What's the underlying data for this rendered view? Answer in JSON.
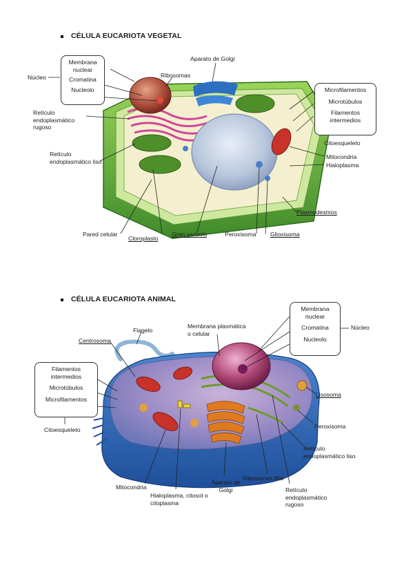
{
  "plant": {
    "title": "CÉLULA EUCARIOTA VEGETAL",
    "labels": {
      "nucleo": "Núcleo",
      "membrana_nuclear": "Membrana nuclear",
      "cromatina": "Cromatina",
      "nucleolo": "Nucleolo",
      "ribosomas": "Ribosomas",
      "aparato_golgi": "Aparato de Golgi",
      "ret_rugoso": "Retículo endoplasmático rugoso",
      "ret_liso": "Retículo endoplasmático liso",
      "microfilamentos": "Microfilamentos",
      "microtubulos": "Microtúbulos",
      "filamentos_intermedios": "Filamentos intermedios",
      "citoesqueleto": "Citoesqueleto",
      "mitocondria": "Mitocondria",
      "hialoplasma": "Hialoplasma",
      "plasmodesmos": "Plasmodesmos",
      "pared_celular": "Pared celular",
      "cloroplasto": "Cloroplasto",
      "gran_vacuola": "Gran vacuola",
      "peroxisoma": "Peroxisoma",
      "glioxisoma": "Glioxisoma"
    }
  },
  "animal": {
    "title": "CÉLULA EUCARIOTA ANIMAL",
    "labels": {
      "membrana_nuclear": "Membrana nuclear",
      "cromatina": "Cromatina",
      "nucleolo": "Nucleolo",
      "nucleo": "Núcleo",
      "flagelo": "Flagelo",
      "membrana_plasmatica": "Membrana plasmática o celular",
      "centrosoma": "Centrosoma",
      "filamentos_intermedios": "Filamentos intermedios",
      "microtubulos": "Microtúbulos",
      "microfilamentos": "Microfilamentos",
      "citoesqueleto": "Citoesqueleto",
      "lisosoma": "Lisosoma",
      "peroxisoma": "Peroxisoma",
      "ret_liso": "Retículo endoplasmático liso",
      "mitocondria": "Mitocondria",
      "aparato_golgi": "Aparato de Golgi",
      "ribosomas": "Ribosomas 80s",
      "hialoplasma": "Hialoplasma, citosol o citoplasma",
      "ret_rugoso": "Retículo endoplasmático rugoso"
    }
  },
  "colors": {
    "cell_wall_green": "#6fbf3a",
    "cytoplasm_blue": "#5b8fd6",
    "nucleus_pink": "#b04a78",
    "mitochondria_red": "#c8322a",
    "golgi_orange": "#e07a1f",
    "chloroplast_green": "#4f8f2a"
  }
}
